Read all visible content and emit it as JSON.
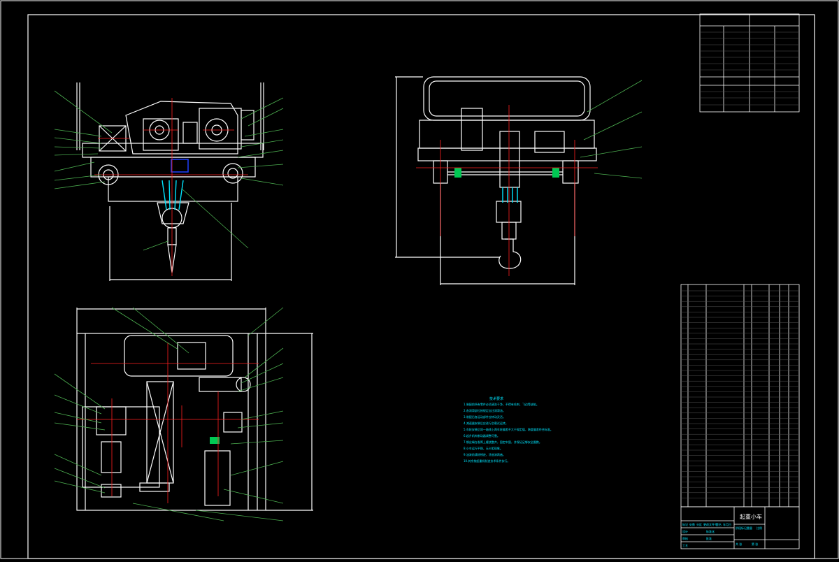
{
  "colors": {
    "background": "#000000",
    "outline": "#ffffff",
    "center_line": "#ff2020",
    "leader": "#4caf50",
    "text": "#00e5ff",
    "accent_blue": "#2040ff",
    "hatch_green": "#00c853"
  },
  "views": [
    {
      "id": "front-view",
      "kind": "front elevation of trolley"
    },
    {
      "id": "side-view",
      "kind": "side elevation with hook"
    },
    {
      "id": "plan-view",
      "kind": "top plan of trolley frame"
    }
  ],
  "title_block": {
    "drawing_title": "起重小车",
    "revision_headers": [
      "标记",
      "处数",
      "分区",
      "更改文件号",
      "签名",
      "年月日"
    ],
    "role_labels": [
      "设计",
      "审核",
      "工艺",
      "标准化",
      "批准"
    ],
    "sheet_labels": [
      "阶段标记",
      "重量",
      "比例",
      "共 张",
      "第 张"
    ]
  },
  "tech_notes": {
    "heading": "技术要求",
    "lines": [
      "1.装配前所有零件必须清洗干净，不得有毛刺、飞边等缺陷。",
      "2.各润滑部位按规定加注润滑油。",
      "3.装配后各运动部件应转动灵活。",
      "4.减速器安装后应进行空载试运转。",
      "5.车轮安装后同一轴线上两车轮偏差不大于规定值，跨度偏差符合标准。",
      "6.起升机构制动器调整可靠。",
      "7.钢丝绳在卷筒上缠绕整齐，固定牢固，并保证足够安全圈数。",
      "8.小车运行平稳，无卡阻现象。",
      "9.油漆前清除锈迹，涂底漆两遍。",
      "10.其余按起重机制造技术条件执行。"
    ]
  }
}
